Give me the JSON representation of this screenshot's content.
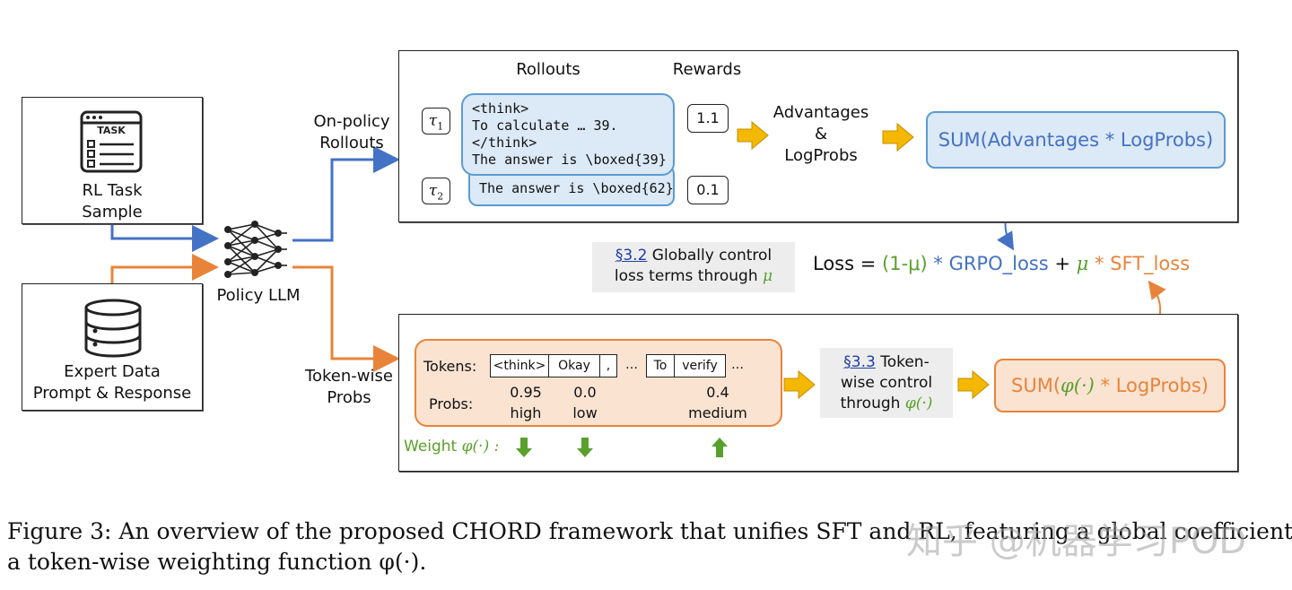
{
  "left": {
    "task_icon_label": "TASK",
    "task_label_1": "RL Task",
    "task_label_2": "Sample",
    "expert_label_1": "Expert Data",
    "expert_label_2": "Prompt & Response",
    "policy_label": "Policy LLM"
  },
  "flow": {
    "onpolicy_1": "On-policy",
    "onpolicy_2": "Rollouts",
    "tokenwise_1": "Token-wise",
    "tokenwise_2": "Probs"
  },
  "top_panel": {
    "rollouts_header": "Rollouts",
    "rewards_header": "Rewards",
    "tau1_symbol": "τ",
    "tau1_sub": "1",
    "tau2_symbol": "τ",
    "tau2_sub": "2",
    "rollout1_lines": [
      "<think>",
      "To calculate … 39.",
      "</think>",
      "The answer is \\boxed{39}"
    ],
    "rollout2_text": "The answer is \\boxed{62}",
    "reward1": "1.1",
    "reward2": "0.1",
    "adv_1": "Advantages",
    "adv_2": "&",
    "adv_3": "LogProbs",
    "sum_text": "SUM(Advantages * LogProbs)"
  },
  "middle": {
    "sec32_link": "§3.2",
    "sec32_text_1": " Globally control",
    "sec32_text_2": "loss terms through ",
    "sec32_mu": "μ",
    "loss_label": "Loss = ",
    "loss_coef1": "(1-μ)",
    "loss_star1": " * ",
    "loss_grpo": "GRPO_loss",
    "loss_plus": " + ",
    "loss_mu": "μ",
    "loss_star2": " * ",
    "loss_sft": "SFT_loss"
  },
  "bottom_panel": {
    "tokens_label": "Tokens:",
    "tokens": [
      "<think>",
      "Okay",
      ","
    ],
    "tokens_ellipsis": "…",
    "tokens2": [
      "To",
      "verify"
    ],
    "tokens_ellipsis2": "…",
    "probs_label": "Probs:",
    "probs": [
      {
        "value": "0.95",
        "level": "high"
      },
      {
        "value": "0.0",
        "level": "low"
      },
      {
        "value": "0.4",
        "level": "medium"
      }
    ],
    "weight_label": "Weight ",
    "weight_phi": "φ(·) :",
    "sec33_link": "§3.3",
    "sec33_text_1": " Token-",
    "sec33_text_2": "wise control",
    "sec33_text_3": "through ",
    "sec33_phi": "φ(·)",
    "sum_text_pre": "SUM(",
    "sum_phi": "φ(·)",
    "sum_text_post": " * LogProbs)"
  },
  "caption": {
    "line1_pre": "Figure 3: An overview of the proposed ",
    "chord": "CHORD",
    "line1_post": " framework that unifies SFT and RL, featuring a global coefficient μ and",
    "line2": "a token-wise weighting function φ(·).",
    "watermark": "知乎 @机器学习POD"
  },
  "colors": {
    "blue": "#4472c4",
    "orange": "#e8843a",
    "green": "#5aa02c",
    "arrow_yellow": "#f5b800"
  }
}
